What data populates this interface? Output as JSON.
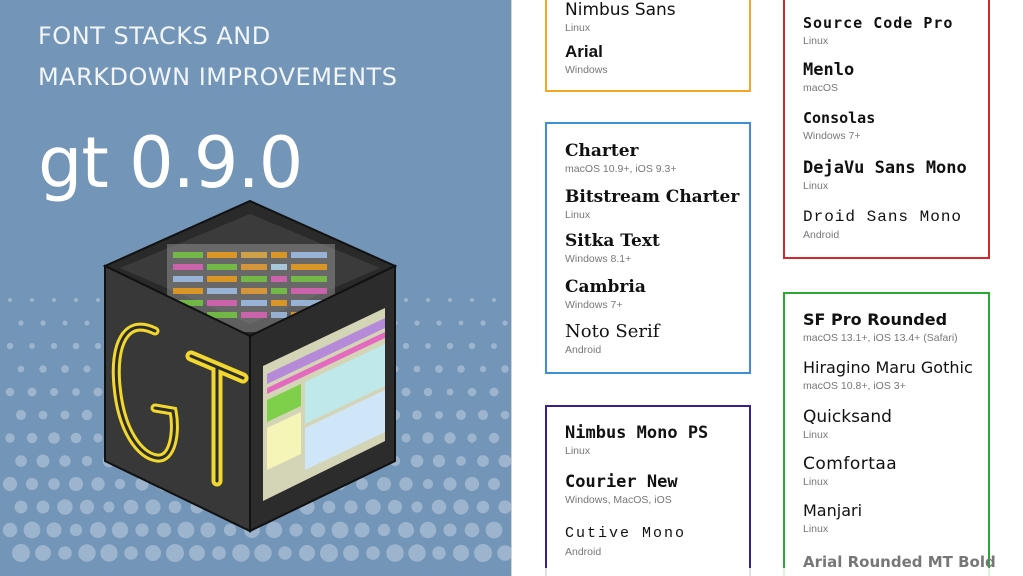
{
  "header": {
    "subtitle_line1": "FONT STACKS AND",
    "subtitle_line2": "MARKDOWN IMPROVEMENTS",
    "version": "gt 0.9.0"
  },
  "logo": {
    "text": "GT",
    "icon": "gt-cube-logo"
  },
  "colors": {
    "background_left": "#7395b7",
    "card_orange": "#f5a623",
    "card_blue": "#3d8fd8",
    "card_purple": "#3b1f8f",
    "card_red": "#d9262b",
    "card_green": "#2aa832"
  },
  "cards": {
    "orange": {
      "entries": [
        {
          "name": "Nimbus Sans",
          "platform": "Linux"
        },
        {
          "name": "Arial",
          "platform": "Windows"
        }
      ]
    },
    "blue": {
      "entries": [
        {
          "name": "Charter",
          "platform": "macOS 10.9+, iOS 9.3+"
        },
        {
          "name": "Bitstream Charter",
          "platform": "Linux"
        },
        {
          "name": "Sitka Text",
          "platform": "Windows 8.1+"
        },
        {
          "name": "Cambria",
          "platform": "Windows 7+"
        },
        {
          "name": "Noto Serif",
          "platform": "Android"
        }
      ]
    },
    "purple": {
      "entries": [
        {
          "name": "Nimbus Mono PS",
          "platform": "Linux"
        },
        {
          "name": "Courier New",
          "platform": "Windows, MacOS, iOS"
        },
        {
          "name": "Cutive Mono",
          "platform": "Android"
        }
      ]
    },
    "red": {
      "entries": [
        {
          "name": "Source Code Pro",
          "platform": "Linux"
        },
        {
          "name": "Menlo",
          "platform": "macOS"
        },
        {
          "name": "Consolas",
          "platform": "Windows 7+"
        },
        {
          "name": "DejaVu Sans Mono",
          "platform": "Linux"
        },
        {
          "name": "Droid Sans Mono",
          "platform": "Android"
        }
      ]
    },
    "green": {
      "entries": [
        {
          "name": "SF Pro Rounded",
          "platform": "macOS 13.1+, iOS 13.4+ (Safari)"
        },
        {
          "name": "Hiragino Maru Gothic",
          "platform": "macOS 10.8+, iOS 3+"
        },
        {
          "name": "Quicksand",
          "platform": "Linux"
        },
        {
          "name": "Comfortaa",
          "platform": "Linux"
        },
        {
          "name": "Manjari",
          "platform": "Linux"
        },
        {
          "name": "Arial Rounded MT Bold",
          "platform": ""
        }
      ]
    }
  }
}
